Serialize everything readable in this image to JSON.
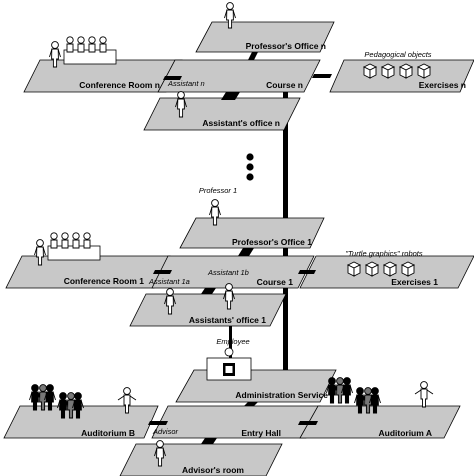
{
  "rooms": {
    "professors_office_n": "Professor's Office n",
    "conference_room_n": "Conference Room n",
    "course_n": "Course n",
    "exercises_n": "Exercises n",
    "assistants_office_n": "Assistant's office n",
    "professors_office_1": "Professor's Office 1",
    "conference_room_1": "Conference Room 1",
    "course_1": "Course 1",
    "exercises_1": "Exercises 1",
    "assistants_office_1": "Assistants' office 1",
    "administration_service": "Administration Service",
    "auditorium_b": "Auditorium B",
    "entry_hall": "Entry Hall",
    "auditorium_a": "Auditorium A",
    "advisors_room": "Advisor's room"
  },
  "people": {
    "assistant_n": "Assistant n",
    "professor_1": "Professor 1",
    "assistant_1a": "Assistant 1a",
    "assistant_1b": "Assistant 1b",
    "employee": "Employee",
    "advisor": "Advisor"
  },
  "objects": {
    "pedagogical_objects": "Pedagogical objects",
    "turtle_robots": "\"Turtle graphics\" robots"
  }
}
